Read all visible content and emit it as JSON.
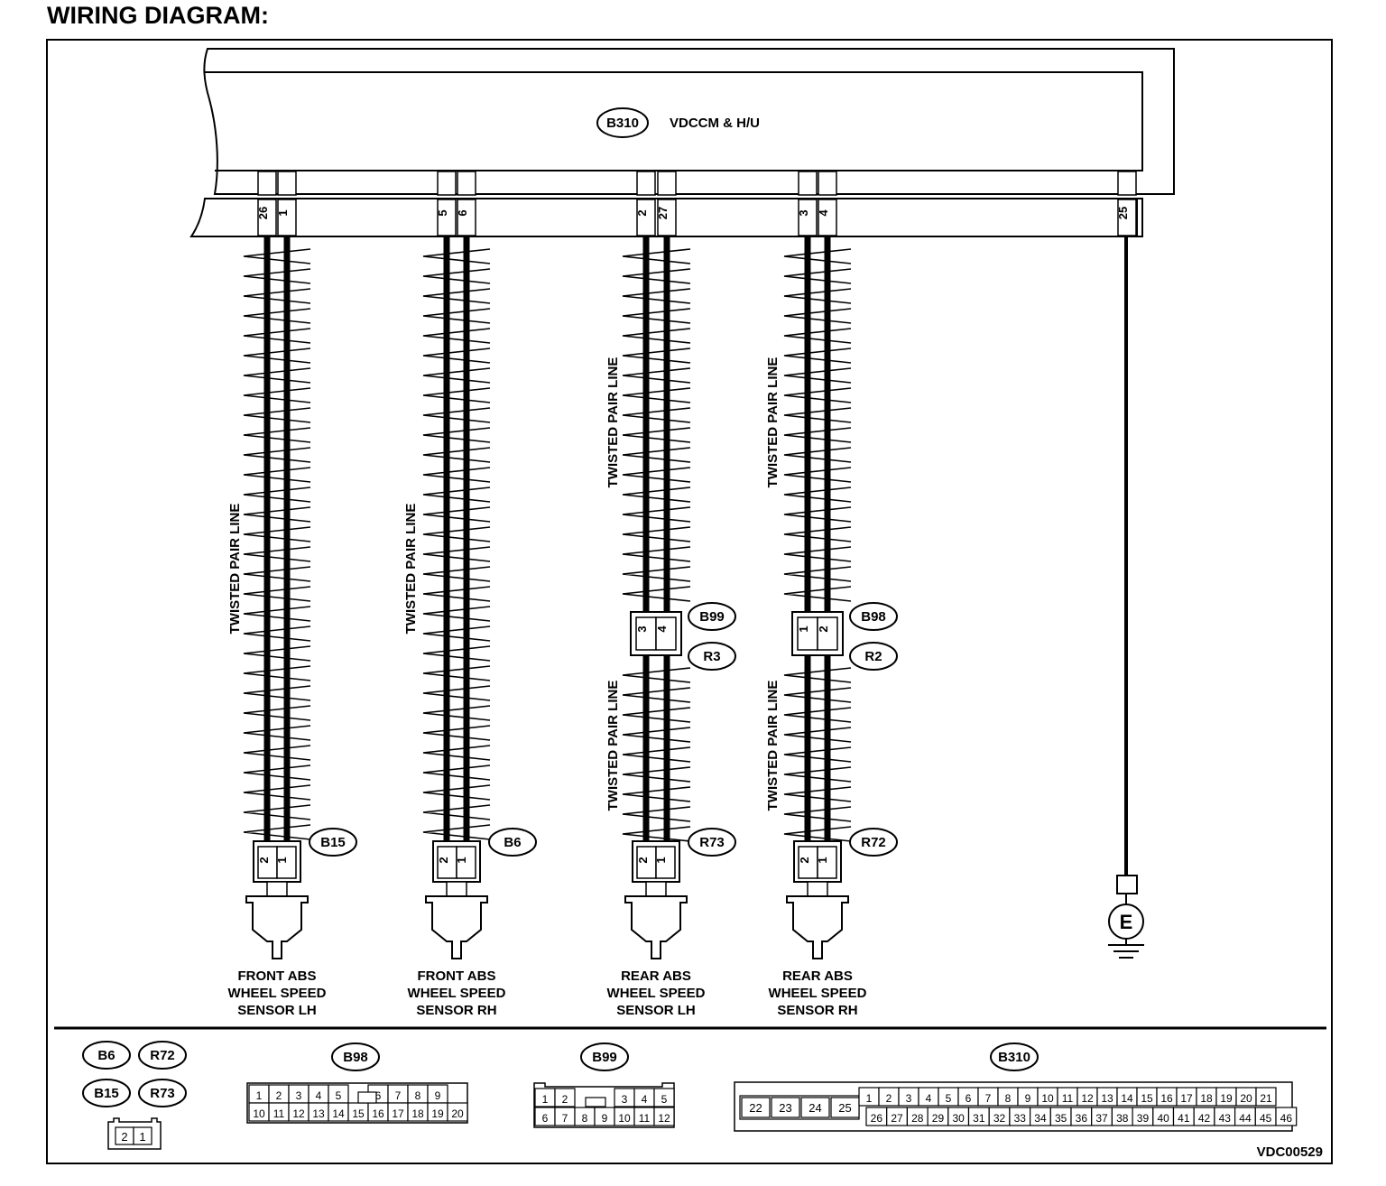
{
  "title": "WIRING DIAGRAM:",
  "module": {
    "id": "B310",
    "name": "VDCCM & H/U"
  },
  "module_pins": [
    "26",
    "1",
    "5",
    "6",
    "2",
    "27",
    "3",
    "4",
    "25"
  ],
  "twisted_label": "TWISTED PAIR LINE",
  "mid_connectors": [
    {
      "upper": "B99",
      "lower": "R3",
      "pins": [
        "3",
        "4"
      ]
    },
    {
      "upper": "B98",
      "lower": "R2",
      "pins": [
        "1",
        "2"
      ]
    }
  ],
  "sensors": [
    {
      "connector": "B15",
      "pins": [
        "2",
        "1"
      ],
      "lines": [
        "FRONT ABS",
        "WHEEL SPEED",
        "SENSOR LH"
      ]
    },
    {
      "connector": "B6",
      "pins": [
        "2",
        "1"
      ],
      "lines": [
        "FRONT ABS",
        "WHEEL SPEED",
        "SENSOR RH"
      ]
    },
    {
      "connector": "R73",
      "pins": [
        "2",
        "1"
      ],
      "lines": [
        "REAR ABS",
        "WHEEL SPEED",
        "SENSOR LH"
      ]
    },
    {
      "connector": "R72",
      "pins": [
        "2",
        "1"
      ],
      "lines": [
        "REAR ABS",
        "WHEEL SPEED",
        "SENSOR RH"
      ]
    }
  ],
  "ground": {
    "symbol": "E"
  },
  "legend": {
    "small": {
      "ids": [
        "B6",
        "R72",
        "B15",
        "R73"
      ],
      "pins": [
        "2",
        "1"
      ]
    },
    "b98": {
      "id": "B98",
      "row1": [
        "1",
        "2",
        "3",
        "4",
        "5",
        "",
        "6",
        "7",
        "8",
        "9"
      ],
      "row2": [
        "10",
        "11",
        "12",
        "13",
        "14",
        "15",
        "16",
        "17",
        "18",
        "19",
        "20"
      ]
    },
    "b99": {
      "id": "B99",
      "row1": [
        "1",
        "2",
        "",
        "",
        "3",
        "4",
        "5"
      ],
      "row2": [
        "6",
        "7",
        "8",
        "9",
        "10",
        "11",
        "12"
      ]
    },
    "b310": {
      "id": "B310",
      "left": [
        "22",
        "23",
        "24",
        "25"
      ],
      "row1": [
        "1",
        "2",
        "3",
        "4",
        "5",
        "6",
        "7",
        "8",
        "9",
        "10",
        "11",
        "12",
        "13",
        "14",
        "15",
        "16",
        "17",
        "18",
        "19",
        "20",
        "21"
      ],
      "row2": [
        "26",
        "27",
        "28",
        "29",
        "30",
        "31",
        "32",
        "33",
        "34",
        "35",
        "36",
        "37",
        "38",
        "39",
        "40",
        "41",
        "42",
        "43",
        "44",
        "45",
        "46"
      ]
    }
  },
  "code": "VDC00529"
}
